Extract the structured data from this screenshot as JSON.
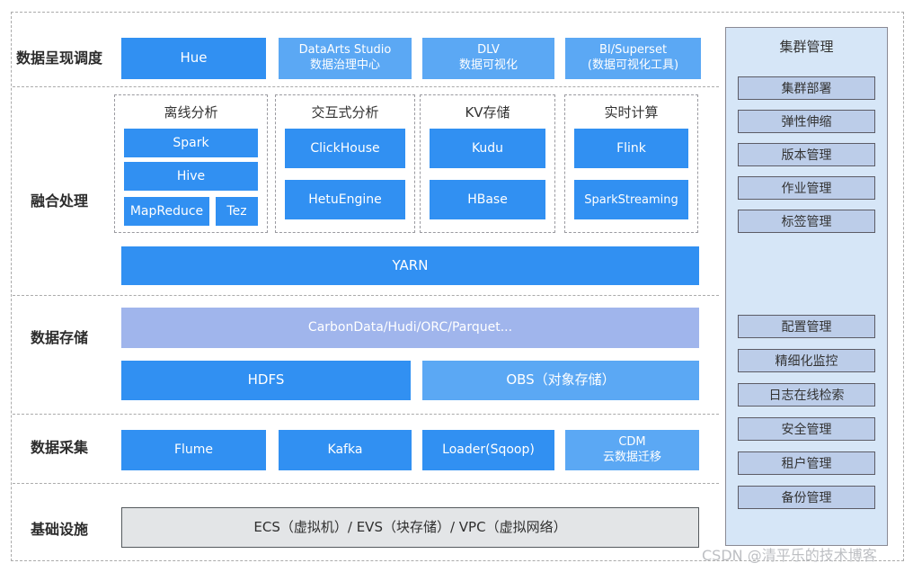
{
  "colors": {
    "primary_blue": "#3190F2",
    "light_blue": "#5BA8F4",
    "periwinkle": "#A0B5EC",
    "panel_bg": "#D6E6F7",
    "panel_item_bg": "#BCCDE9",
    "infra_bg": "#E3E5E7"
  },
  "diagram": {
    "rows": {
      "presentation": {
        "label": "数据呈现调度",
        "boxes": [
          {
            "label": "Hue"
          },
          {
            "label": "DataArts Studio\n数据治理中心"
          },
          {
            "label": "DLV\n数据可视化"
          },
          {
            "label": "BI/Superset\n(数据可视化工具)"
          }
        ]
      },
      "processing": {
        "label": "融合处理",
        "groups": [
          {
            "title": "离线分析",
            "items": [
              "Spark",
              "Hive",
              "MapReduce",
              "Tez"
            ]
          },
          {
            "title": "交互式分析",
            "items": [
              "ClickHouse",
              "HetuEngine"
            ]
          },
          {
            "title": "KV存储",
            "items": [
              "Kudu",
              "HBase"
            ]
          },
          {
            "title": "实时计算",
            "items": [
              "Flink",
              "SparkStreaming"
            ]
          }
        ],
        "yarn": "YARN"
      },
      "storage": {
        "label": "数据存储",
        "formats": "CarbonData/Hudi/ORC/Parquet...",
        "hdfs": "HDFS",
        "obs": "OBS（对象存储）"
      },
      "collection": {
        "label": "数据采集",
        "boxes": [
          {
            "label": "Flume"
          },
          {
            "label": "Kafka"
          },
          {
            "label": "Loader(Sqoop)"
          },
          {
            "label": "CDM\n云数据迁移"
          }
        ]
      },
      "infrastructure": {
        "label": "基础设施",
        "box": "ECS（虚拟机）/ EVS（块存储）/ VPC（虚拟网络）"
      }
    },
    "cluster_panel": {
      "title": "集群管理",
      "top_items": [
        "集群部署",
        "弹性伸缩",
        "版本管理",
        "作业管理",
        "标签管理"
      ],
      "bottom_items": [
        "配置管理",
        "精细化监控",
        "日志在线检索",
        "安全管理",
        "租户管理",
        "备份管理"
      ]
    },
    "watermark": "CSDN @清平乐的技术博客"
  }
}
